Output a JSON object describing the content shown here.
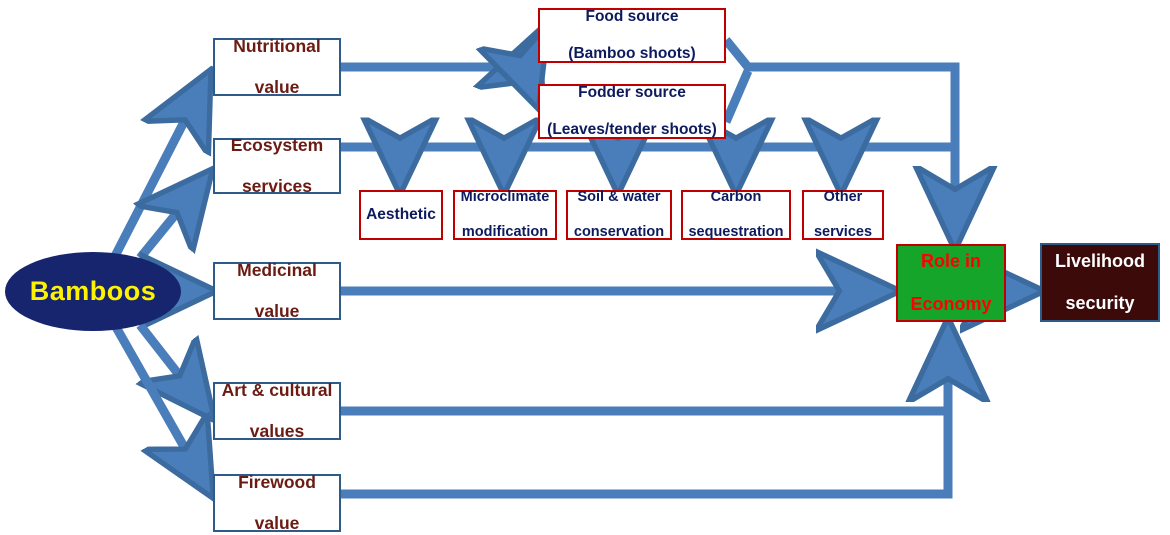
{
  "diagram": {
    "title": "Bamboos role in economy and livelihood security flowchart",
    "colors": {
      "root_fill": "#16256E",
      "root_text": "#FFF200",
      "value_border": "#2E5C8A",
      "value_text": "#6B1B12",
      "sub_border": "#C00000",
      "sub_text": "#0D1B5E",
      "economy_fill": "#16A52B",
      "economy_text": "#FF0000",
      "livelihood_fill": "#3D0A0A",
      "livelihood_text": "#FFFFFF",
      "arrow": "#4A7EBB"
    },
    "root": {
      "label": "Bamboos"
    },
    "values": [
      {
        "id": "nutritional",
        "line1": "Nutritional",
        "line2": "value"
      },
      {
        "id": "ecosystem",
        "line1": "Ecosystem",
        "line2": "services"
      },
      {
        "id": "medicinal",
        "line1": "Medicinal",
        "line2": "value"
      },
      {
        "id": "art_cultural",
        "line1": "Art & cultural",
        "line2": "values"
      },
      {
        "id": "firewood",
        "line1": "Firewood",
        "line2": "value"
      }
    ],
    "nutritional_outputs": [
      {
        "id": "food_source",
        "line1": "Food source",
        "line2": "(Bamboo shoots)"
      },
      {
        "id": "fodder_source",
        "line1": "Fodder source",
        "line2": "(Leaves/tender shoots)"
      }
    ],
    "ecosystem_services": [
      {
        "id": "aesthetic",
        "line1": "Aesthetic",
        "line2": ""
      },
      {
        "id": "microclimate",
        "line1": "Microclimate",
        "line2": "modification"
      },
      {
        "id": "soil_water",
        "line1": "Soil & water",
        "line2": "conservation"
      },
      {
        "id": "carbon",
        "line1": "Carbon",
        "line2": "sequestration"
      },
      {
        "id": "other",
        "line1": "Other",
        "line2": "services"
      }
    ],
    "economy": {
      "line1": "Role in",
      "line2": "Economy"
    },
    "livelihood": {
      "line1": "Livelihood",
      "line2": "security"
    }
  }
}
